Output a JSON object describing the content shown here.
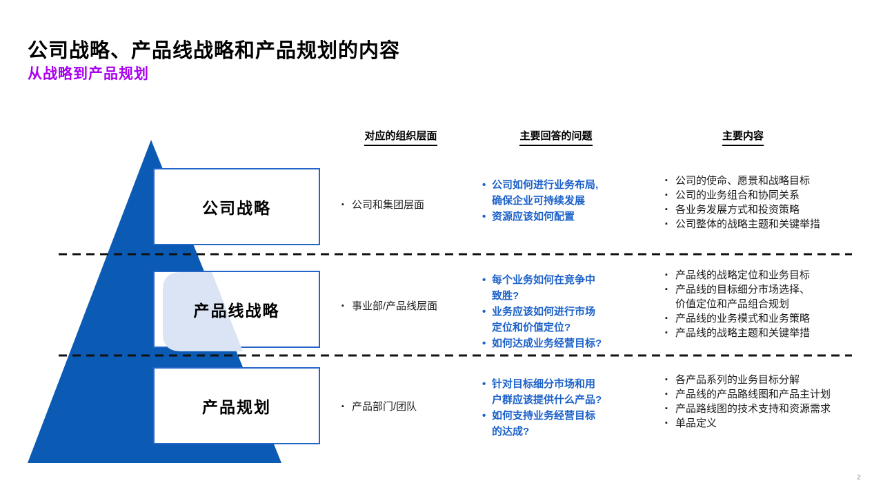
{
  "slide": {
    "title": "公司战略、产品线战略和产品规划的内容",
    "subtitle": "从战略到产品规划",
    "page_number": "2"
  },
  "bullets": {
    "square": "▪",
    "dot": "•"
  },
  "colors": {
    "pyramid_blue": "#0b5ab4",
    "box_border_blue": "#2465c8",
    "question_blue": "#1b61c9",
    "highlight_band": "#dbe4f4",
    "subtitle_magenta": "#a800f0",
    "divider_black": "#111111"
  },
  "columns": {
    "organization": "对应的组织层面",
    "questions": "主要回答的问题",
    "content": "主要内容"
  },
  "rows": [
    {
      "label": "公司战略",
      "organization": "公司和集团层面",
      "questions": [
        "公司如何进行业务布局,\n确保企业可持续发展",
        "资源应该如何配置"
      ],
      "contents": [
        "公司的使命、愿景和战略目标",
        "公司的业务组合和协同关系",
        "各业务发展方式和投资策略",
        "公司整体的战略主题和关键举措"
      ]
    },
    {
      "label": "产品线战略",
      "organization": "事业部/产品线层面",
      "questions": [
        "每个业务如何在竞争中\n致胜?",
        "业务应该如何进行市场\n定位和价值定位?",
        "如何达成业务经营目标?"
      ],
      "contents": [
        "产品线的战略定位和业务目标",
        "产品线的目标细分市场选择、\n价值定位和产品组合规划",
        "产品线的业务模式和业务策略",
        "产品线的战略主题和关键举措"
      ]
    },
    {
      "label": "产品规划",
      "organization": "产品部门/团队",
      "questions": [
        "针对目标细分市场和用\n户群应该提供什么产品?",
        "如何支持业务经营目标\n的达成?"
      ],
      "contents": [
        "各产品系列的业务目标分解",
        "产品线的产品路线图和产品主计划",
        "产品路线图的技术支持和资源需求",
        "单品定义"
      ]
    }
  ]
}
